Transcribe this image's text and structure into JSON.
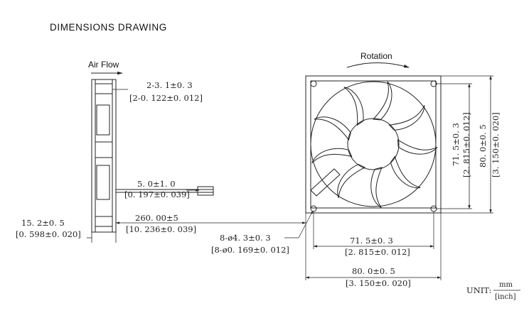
{
  "drawing": {
    "title": "DIMENSIONS DRAWING",
    "air_flow_label": "Air Flow",
    "rotation_label": "Rotation"
  },
  "dimensions": {
    "rib_thickness": {
      "mm": "2-3. 1±0. 3",
      "inch": "[2-0. 122±0. 012]"
    },
    "lead_strip": {
      "mm": "5. 0±1. 0",
      "inch": "[0. 197±0. 039]"
    },
    "lead_length": {
      "mm": "260. 00±5",
      "inch": "[10. 236±0. 039]"
    },
    "fan_depth": {
      "mm": "15. 2±0. 5",
      "inch": "[0. 598±0. 020]"
    },
    "mount_holes": {
      "mm": "8-ø4. 3±0. 3",
      "inch": "[8-ø0. 169±0. 012]"
    },
    "hole_spacing_h": {
      "mm": "71. 5±0. 3",
      "inch": "[2. 815±0. 012]"
    },
    "frame_width": {
      "mm": "80. 0±0. 5",
      "inch": "[3. 150±0. 020]"
    },
    "hole_spacing_v": {
      "mm": "71. 5±0. 3",
      "inch": "[2. 815±0. 012]"
    },
    "frame_height": {
      "mm": "80. 0±0. 5",
      "inch": "[3. 150±0. 020]"
    }
  },
  "unit_note": {
    "label": "UNIT:",
    "top": "mm",
    "bottom": "[inch]"
  }
}
